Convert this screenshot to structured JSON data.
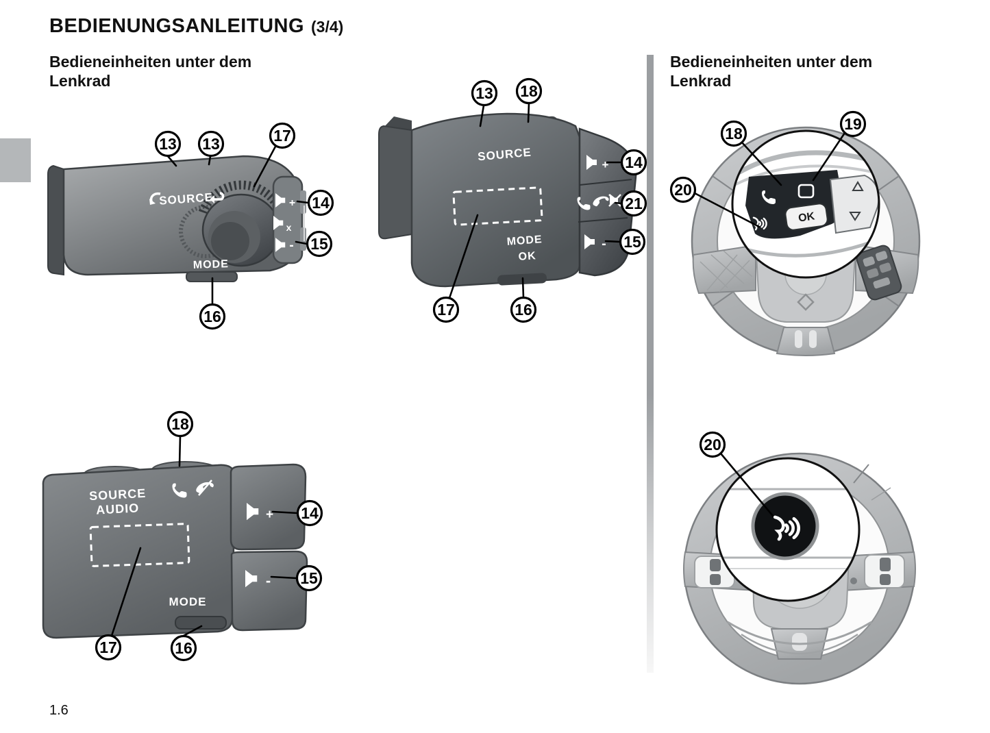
{
  "page": {
    "title_main": "BEDIENUNGSANLEITUNG",
    "title_part": "(3/4)",
    "page_number": "1.6"
  },
  "columns": {
    "left": {
      "heading_line1": "Bedieneinheiten unter dem",
      "heading_line2": "Lenkrad"
    },
    "right": {
      "heading_line1": "Bedieneinheiten unter dem",
      "heading_line2": "Lenkrad"
    }
  },
  "signs": {
    "plus": "+",
    "minus": "-",
    "mute": "x"
  },
  "diagrams": {
    "stalk_top_left": {
      "labels": {
        "source": "SOURCE",
        "mode": "MODE"
      },
      "callouts": [
        "13",
        "13",
        "17",
        "14",
        "15",
        "16"
      ]
    },
    "stalk_top_middle": {
      "labels": {
        "source": "SOURCE",
        "mode": "MODE",
        "ok": "OK"
      },
      "callouts": [
        "13",
        "18",
        "14",
        "21",
        "15",
        "17",
        "16"
      ]
    },
    "stalk_bottom_left": {
      "labels": {
        "source_line1": "SOURCE",
        "source_line2": "AUDIO",
        "mode": "MODE"
      },
      "callouts": [
        "18",
        "14",
        "15",
        "17",
        "16"
      ]
    },
    "wheel_top_right": {
      "labels": {
        "ok": "OK"
      },
      "callouts": [
        "18",
        "19",
        "20"
      ]
    },
    "wheel_bottom_right": {
      "callouts": [
        "20"
      ]
    }
  },
  "icons": {
    "volume-up-icon": "speaker-plus",
    "volume-down-icon": "speaker-minus",
    "mute-icon": "speaker-x",
    "phone-pickup-icon": "handset",
    "phone-hangup-icon": "handset-slash",
    "voice-control-icon": "speech-profile-waves",
    "source-cycle-icon": "curved-arrow",
    "source-return-icon": "return-arrow",
    "scroll-thumbwheel": "knurled-wheel",
    "menu-up-icon": "triangle-up",
    "menu-down-icon": "triangle-down",
    "display-zone": "dashed-rectangle",
    "screen-icon": "rounded-square-outline"
  }
}
